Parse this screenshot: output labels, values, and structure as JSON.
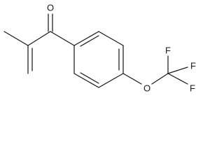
{
  "molecule": {
    "atoms": {
      "carbonyl_oxygen": "O",
      "ether_oxygen": "O",
      "fluorine_top": "F",
      "fluorine_right": "F",
      "fluorine_bottom": "F"
    }
  },
  "colors": {
    "bond": "#1a1a1a",
    "background": "#ffffff"
  }
}
